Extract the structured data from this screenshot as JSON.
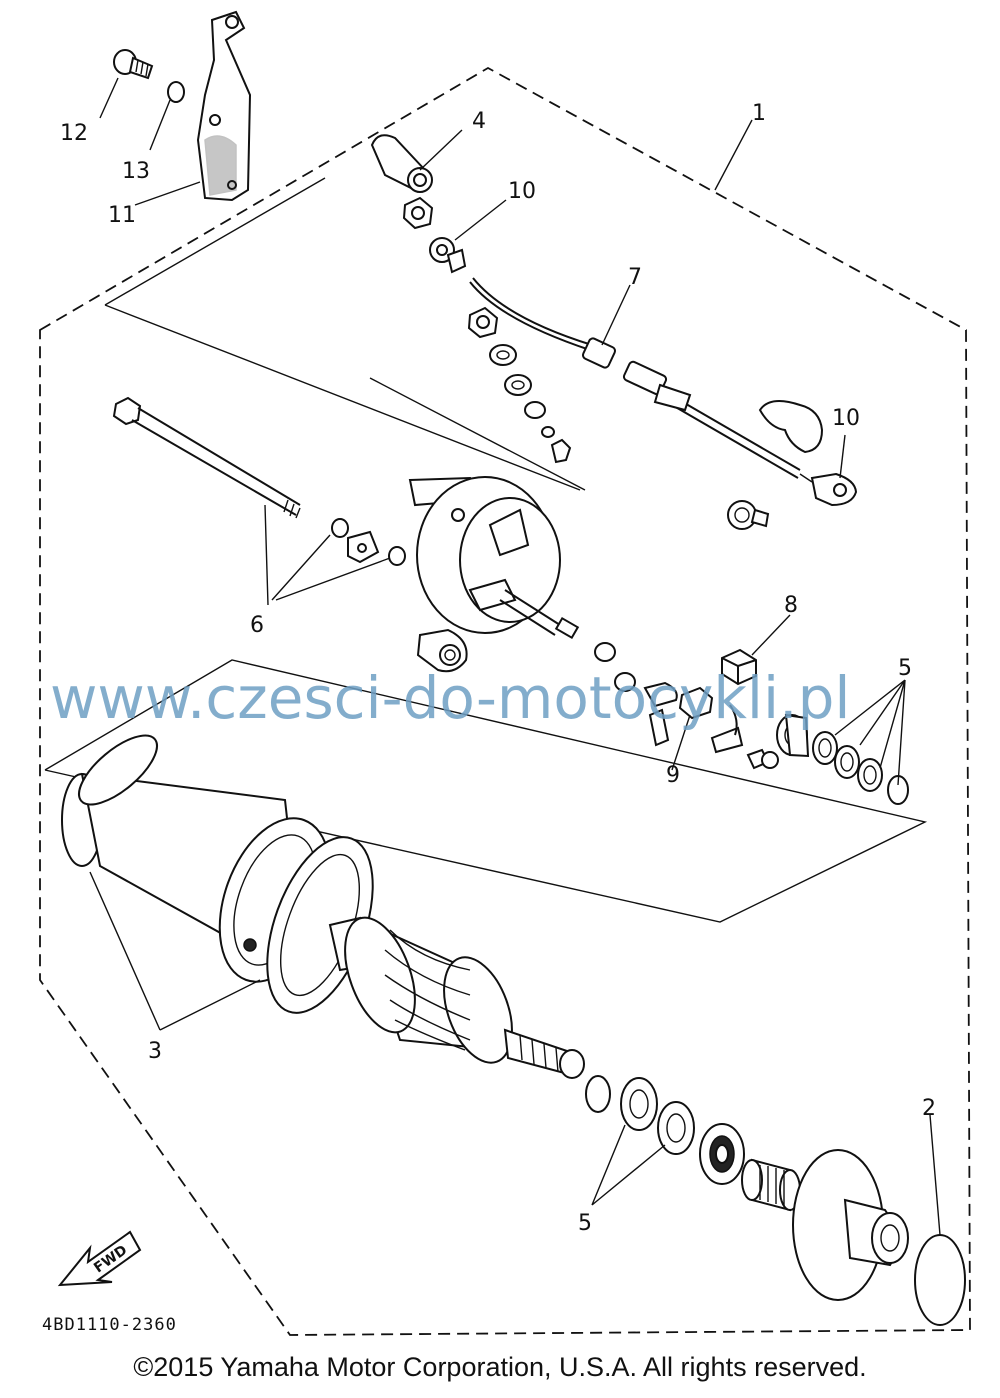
{
  "callouts": {
    "c1": "1",
    "c2": "2",
    "c3": "3",
    "c4": "4",
    "c5a": "5",
    "c5b": "5",
    "c6": "6",
    "c7": "7",
    "c8": "8",
    "c9": "9",
    "c10a": "10",
    "c10b": "10",
    "c11": "11",
    "c12": "12",
    "c13": "13"
  },
  "fwd_label": "FWD",
  "diagram_code": "4BD1110-2360",
  "watermark": "www.czesci-do-motocykli.pl",
  "copyright": "©2015 Yamaha Motor Corporation, U.S.A. All rights reserved."
}
